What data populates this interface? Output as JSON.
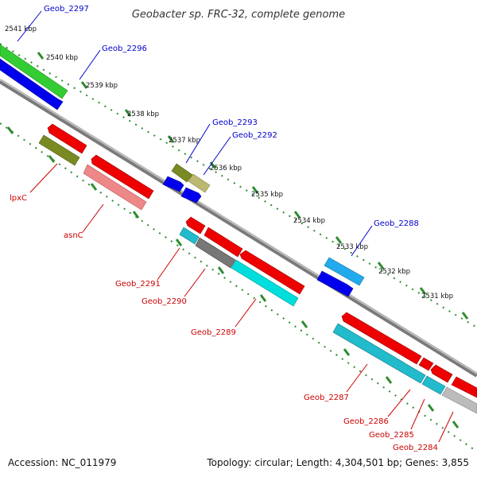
{
  "title": "Geobacter sp. FRC-32, complete genome",
  "footer": {
    "accession": "Accession: NC_011979",
    "summary": "Topology: circular; Length: 4,304,501 bp; Genes: 3,855"
  },
  "colors": {
    "backbone": "#8a8a8a",
    "tick": "#2e8b2e",
    "label_blue": "#0000cc",
    "label_red": "#cc0000",
    "green": "#33cc33",
    "blue": "#0000ee",
    "red": "#ee0000",
    "pink": "#ee8888",
    "olive": "#7a8a22",
    "khaki": "#bdb870",
    "cyan": "#00dddd",
    "teal": "#22bbcc",
    "sky": "#22aaee",
    "gray": "#777777",
    "silver": "#bbbbbb"
  },
  "ruler": [
    "2541 kbp",
    "2540 kbp",
    "2539 kbp",
    "2538 kbp",
    "2537 kbp",
    "2536 kbp",
    "2535 kbp",
    "2534 kbp",
    "2533 kbp",
    "2532 kbp",
    "2531 kbp"
  ],
  "gene_labels": [
    "Geob_2297",
    "Geob_2296",
    "Geob_2293",
    "Geob_2292",
    "Geob_2288",
    "lpxC",
    "asnC",
    "Geob_2291",
    "Geob_2290",
    "Geob_2289",
    "Geob_2287",
    "Geob_2286",
    "Geob_2285",
    "Geob_2284"
  ]
}
